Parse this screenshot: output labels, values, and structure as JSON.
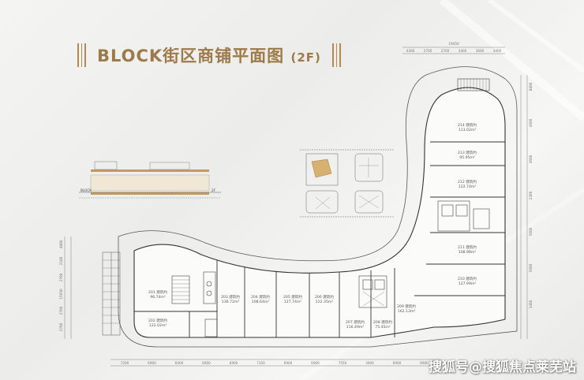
{
  "title": {
    "main": "BLOCK街区商铺平面图",
    "floor_tag": "(2F)"
  },
  "section": {
    "left_label": "BLOCK",
    "right_label": "2F"
  },
  "units": [
    {
      "id": "201",
      "area": "96.74m²"
    },
    {
      "id": "202",
      "area": "122.02m²"
    },
    {
      "id": "203",
      "area": "136.72m²"
    },
    {
      "id": "204",
      "area": "108.64m²"
    },
    {
      "id": "205",
      "area": "127.74m²"
    },
    {
      "id": "206",
      "area": "122.35m²"
    },
    {
      "id": "207",
      "area": "116.49m²"
    },
    {
      "id": "208",
      "area": "75.45m²"
    },
    {
      "id": "209",
      "area": "162.13m²"
    },
    {
      "id": "210",
      "area": "127.99m²"
    },
    {
      "id": "211",
      "area": "108.98m²"
    },
    {
      "id": "212",
      "area": "122.74m²"
    },
    {
      "id": "213",
      "area": "95.95m²"
    },
    {
      "id": "214",
      "area": "113.02m²"
    }
  ],
  "unit_word": "建筑约",
  "dimensions": {
    "top_total": "19450",
    "top_segments": [
      "4300",
      "2700",
      "2700",
      "3400",
      "3600",
      "3400"
    ],
    "bottom_segments": [
      "7200",
      "6900",
      "6000",
      "6900",
      "6900",
      "7350",
      "6900",
      "6900",
      "7550",
      "3600",
      "6900",
      "6900"
    ],
    "left_segments": [
      "4800",
      "2100",
      "2700",
      "15950",
      "2700",
      "2700"
    ],
    "right_segments": [
      "8800",
      "4600",
      "4600",
      "2300",
      "5600",
      "5600",
      "3400"
    ]
  },
  "watermark": "搜狐号@搜狐焦点莱芜站",
  "colors": {
    "title": "#9c7a4a",
    "accent": "#b08a52",
    "line": "#4a4a4a"
  }
}
